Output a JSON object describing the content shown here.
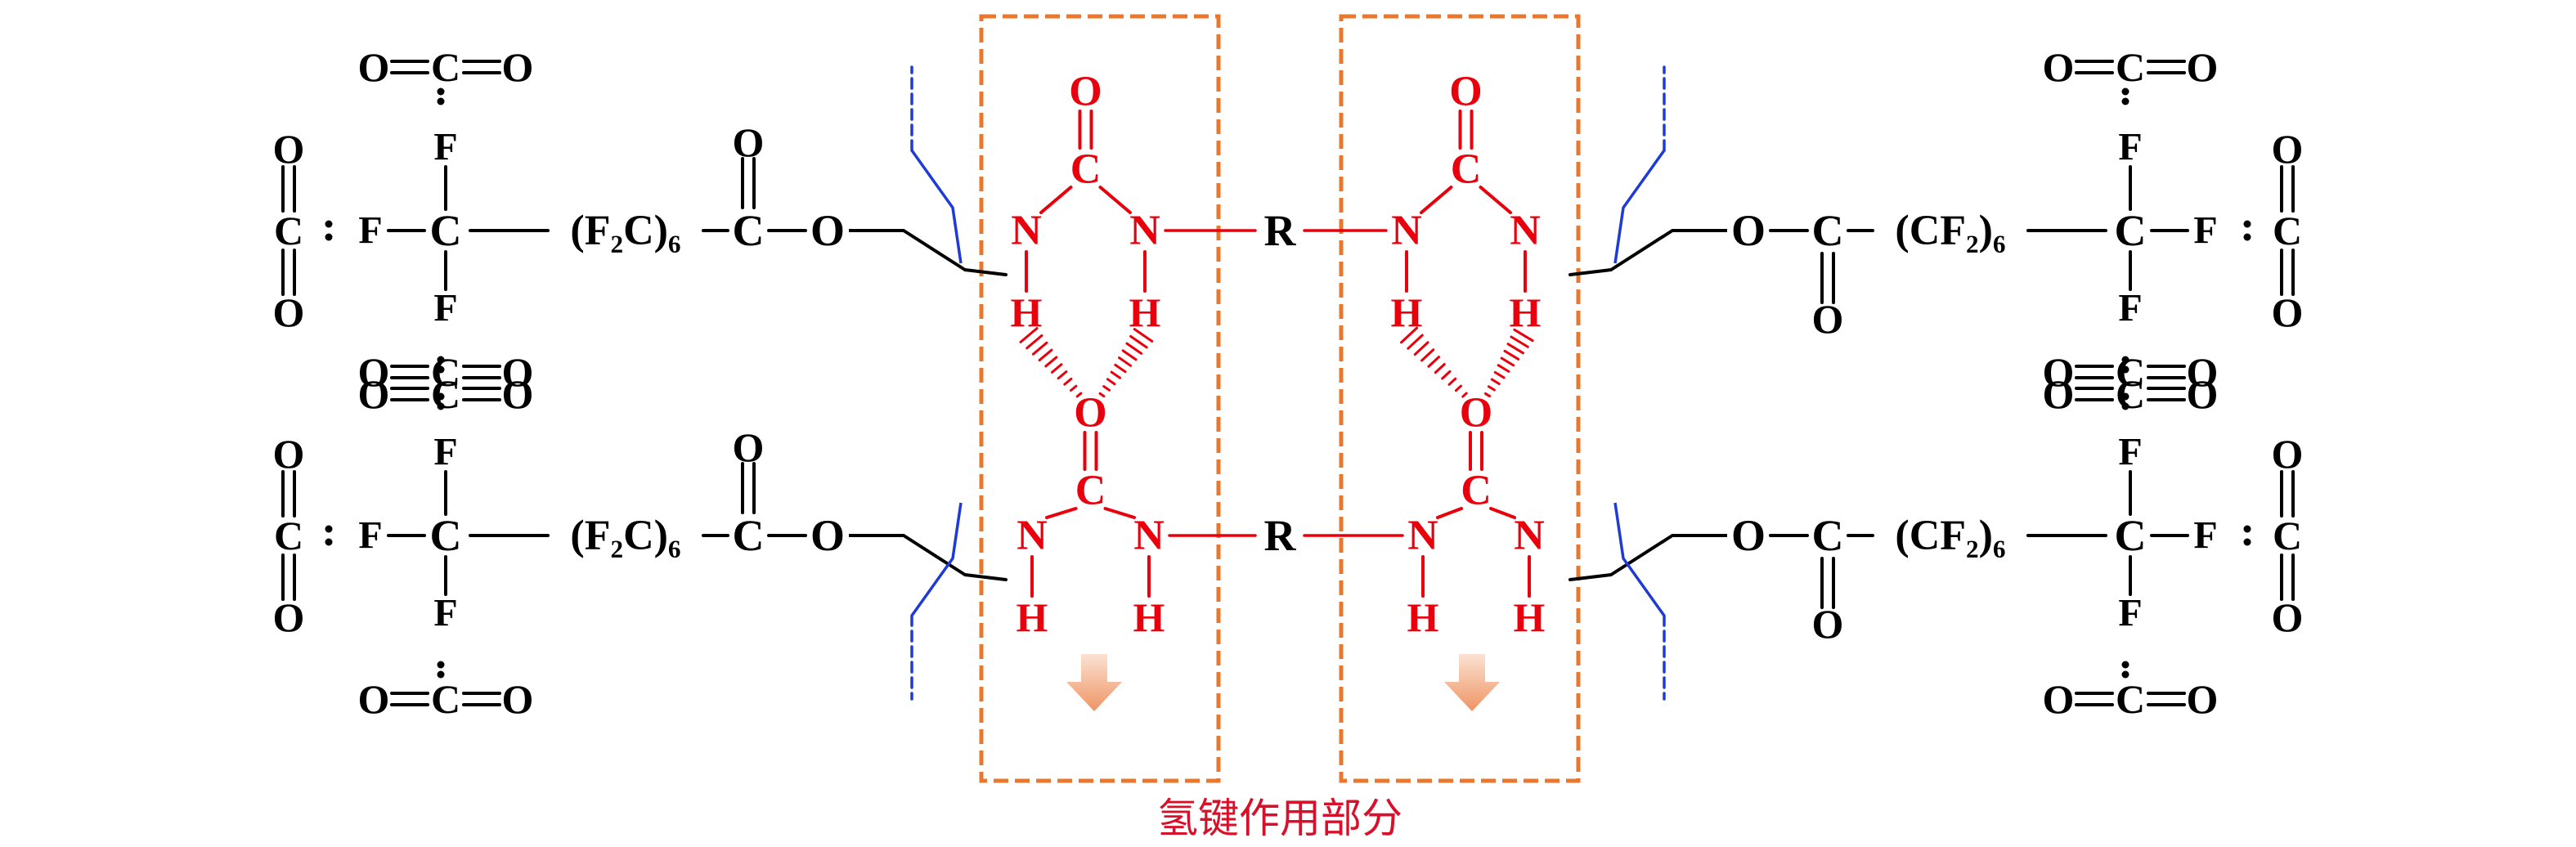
{
  "diagram": {
    "caption": "氢键作用部分",
    "atoms": {
      "oxygen": "O",
      "carbon": "C",
      "fluorine": "F",
      "nitrogen": "N",
      "hydrogen": "H",
      "r_group": "R"
    },
    "groups": {
      "perfluoro_left": "(F₂C)₆",
      "perfluoro_right": "(CF₂)₆",
      "co2_double": "O═C═O"
    },
    "colors": {
      "chain": "#000000",
      "urea": "#e8000d",
      "highlight_box": "#e9782f",
      "polymer_tail": "#1f3bd6",
      "caption": "#d8102a",
      "arrow": "#f2a77c"
    },
    "icons": [
      "hydrogen-bond-hash-icon",
      "down-arrow-icon",
      "co2-lewis-dots-icon"
    ]
  }
}
